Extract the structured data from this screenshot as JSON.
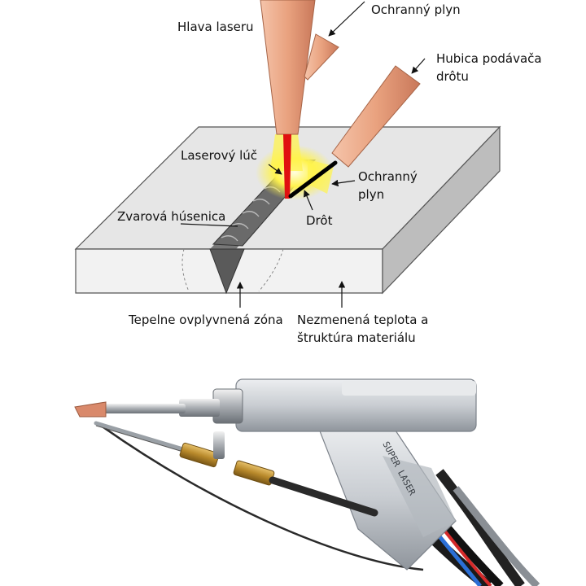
{
  "diagram": {
    "labels": {
      "laser_head": "Hlava laseru",
      "shield_gas_top": "Ochranný plyn",
      "wire_nozzle_line1": "Hubica podávača",
      "wire_nozzle_line2": "drôtu",
      "laser_beam": "Laserový lúč",
      "shield_gas_line1": "Ochranný",
      "shield_gas_line2": "plyn",
      "wire": "Drôt",
      "weld_bead": "Zvarová húsenica",
      "haz": "Tepelne ovplyvnená zóna",
      "unchanged_line1": "Nezmenená teplota a",
      "unchanged_line2": "štruktúra materiálu"
    },
    "colors": {
      "nozzle": "#e9a27f",
      "plate_top": "#e6e6e6",
      "plate_front": "#f2f2f2",
      "plate_side": "#bdbdbd",
      "beam": "#e01010",
      "glow": "#fff34d",
      "bead": "#5a5a5a"
    }
  },
  "photo": {
    "product_text": "SUPER LASER",
    "colors": {
      "body": "#c9cdd2",
      "brass": "#b8892b",
      "cable": "#1a1a1a",
      "copper_tip": "#d9896b"
    }
  }
}
